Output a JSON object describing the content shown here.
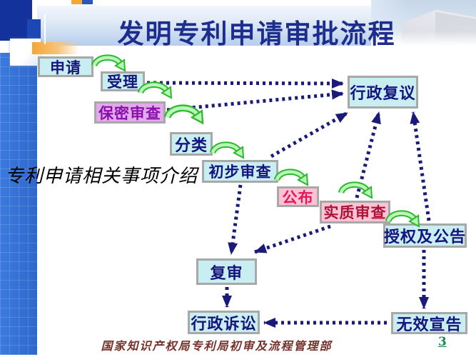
{
  "slide": {
    "title": "发明专利申请审批流程",
    "overlay_text": "专利申请相关事项介绍",
    "footer": "国家知识产权局专利局初审及流程管理部",
    "page_number": "3"
  },
  "flowchart": {
    "boxes": [
      {
        "id": "shenqing",
        "label": "申请",
        "style": "cyan"
      },
      {
        "id": "shouli",
        "label": "受理",
        "style": "cyan"
      },
      {
        "id": "baomi",
        "label": "保密审查",
        "style": "purple"
      },
      {
        "id": "fenlei",
        "label": "分类",
        "style": "cyan"
      },
      {
        "id": "chubu",
        "label": "初步审查",
        "style": "cyan"
      },
      {
        "id": "gongbu",
        "label": "公布",
        "style": "pink"
      },
      {
        "id": "shizhi",
        "label": "实质审查",
        "style": "pink"
      },
      {
        "id": "shouquan",
        "label": "授权及公告",
        "style": "cyan"
      },
      {
        "id": "fuyi",
        "label": "行政复议",
        "style": "cyan"
      },
      {
        "id": "fushen",
        "label": "复审",
        "style": "cyan"
      },
      {
        "id": "susong",
        "label": "行政诉讼",
        "style": "cyan"
      },
      {
        "id": "wuxiao",
        "label": "无效宣告",
        "style": "cyan"
      }
    ],
    "connections": [
      {
        "from": "shenqing",
        "to": "shouli",
        "type": "green-arc"
      },
      {
        "from": "shouli",
        "to": "baomi",
        "type": "green-arc"
      },
      {
        "from": "baomi",
        "to": "fenlei",
        "type": "green-arc"
      },
      {
        "from": "fenlei",
        "to": "chubu",
        "type": "green-arc"
      },
      {
        "from": "chubu",
        "to": "gongbu",
        "type": "green-arc"
      },
      {
        "from": "gongbu",
        "to": "shizhi",
        "type": "green-arc"
      },
      {
        "from": "shizhi",
        "to": "shouquan",
        "type": "green-arc"
      },
      {
        "from": "shouli",
        "to": "fuyi",
        "type": "dotted"
      },
      {
        "from": "baomi",
        "to": "fuyi",
        "type": "dotted"
      },
      {
        "from": "chubu",
        "to": "fuyi",
        "type": "dotted"
      },
      {
        "from": "shizhi",
        "to": "fuyi",
        "type": "dotted"
      },
      {
        "from": "shouquan",
        "to": "fuyi",
        "type": "dotted"
      },
      {
        "from": "chubu",
        "to": "fushen",
        "type": "dotted"
      },
      {
        "from": "shizhi",
        "to": "fushen",
        "type": "dotted"
      },
      {
        "from": "fushen",
        "to": "susong",
        "type": "dotted"
      },
      {
        "from": "shouquan",
        "to": "wuxiao",
        "type": "dotted"
      },
      {
        "from": "wuxiao",
        "to": "susong",
        "type": "dotted"
      }
    ]
  },
  "colors": {
    "title_text": "#1c2d8e",
    "band_blue": "#b7cdeb",
    "box_cyan_bg": "#c9eef1",
    "box_cyan_text": "#14147e",
    "box_purple_bg": "#e3a9eb",
    "box_purple_text": "#8a10ad",
    "box_pink_bg": "#ffc2d4",
    "box_pink_text": "#e0175c",
    "box_pink_dark_text": "#ad1238",
    "box_border": "#a8a8a8",
    "dotted_arrow": "#1a1a7a",
    "green_arrow_outline": "#2db82d",
    "green_arrow_fill": "#b9f7b9",
    "left_bar_blue": "#2f68cb",
    "dark_square": "#14329c",
    "orange_accent": "#f5a635",
    "footer_text": "#77302a",
    "page_number_green": "#178a4c"
  }
}
